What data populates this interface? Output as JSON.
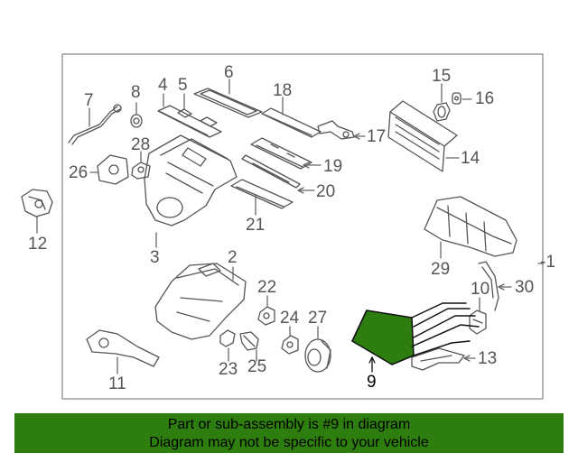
{
  "diagram": {
    "callouts": [
      {
        "id": "p1",
        "label": "-1"
      },
      {
        "id": "p2",
        "label": "2"
      },
      {
        "id": "p3",
        "label": "3"
      },
      {
        "id": "p4",
        "label": "4"
      },
      {
        "id": "p5",
        "label": "5"
      },
      {
        "id": "p6",
        "label": "6"
      },
      {
        "id": "p7",
        "label": "7"
      },
      {
        "id": "p8",
        "label": "8"
      },
      {
        "id": "p9",
        "label": "9"
      },
      {
        "id": "p10",
        "label": "10"
      },
      {
        "id": "p11",
        "label": "11"
      },
      {
        "id": "p12",
        "label": "12"
      },
      {
        "id": "p13",
        "label": "13"
      },
      {
        "id": "p14",
        "label": "14"
      },
      {
        "id": "p15",
        "label": "15"
      },
      {
        "id": "p16",
        "label": "16"
      },
      {
        "id": "p17",
        "label": "17"
      },
      {
        "id": "p18",
        "label": "18"
      },
      {
        "id": "p19",
        "label": "19"
      },
      {
        "id": "p20",
        "label": "20"
      },
      {
        "id": "p21",
        "label": "21"
      },
      {
        "id": "p22",
        "label": "22"
      },
      {
        "id": "p23",
        "label": "23"
      },
      {
        "id": "p24",
        "label": "24"
      },
      {
        "id": "p25",
        "label": "25"
      },
      {
        "id": "p26",
        "label": "26"
      },
      {
        "id": "p27",
        "label": "27"
      },
      {
        "id": "p28",
        "label": "28"
      },
      {
        "id": "p29",
        "label": "29"
      },
      {
        "id": "p30",
        "label": "30"
      }
    ],
    "highlight_part": "9",
    "colors": {
      "line": "#555555",
      "highlight_fill": "#2e7d0f",
      "banner": "#2e7d0f"
    }
  },
  "banner": {
    "line1": "Part or sub-assembly is #9 in diagram",
    "line2": "Diagram may not be specific to your vehicle"
  }
}
